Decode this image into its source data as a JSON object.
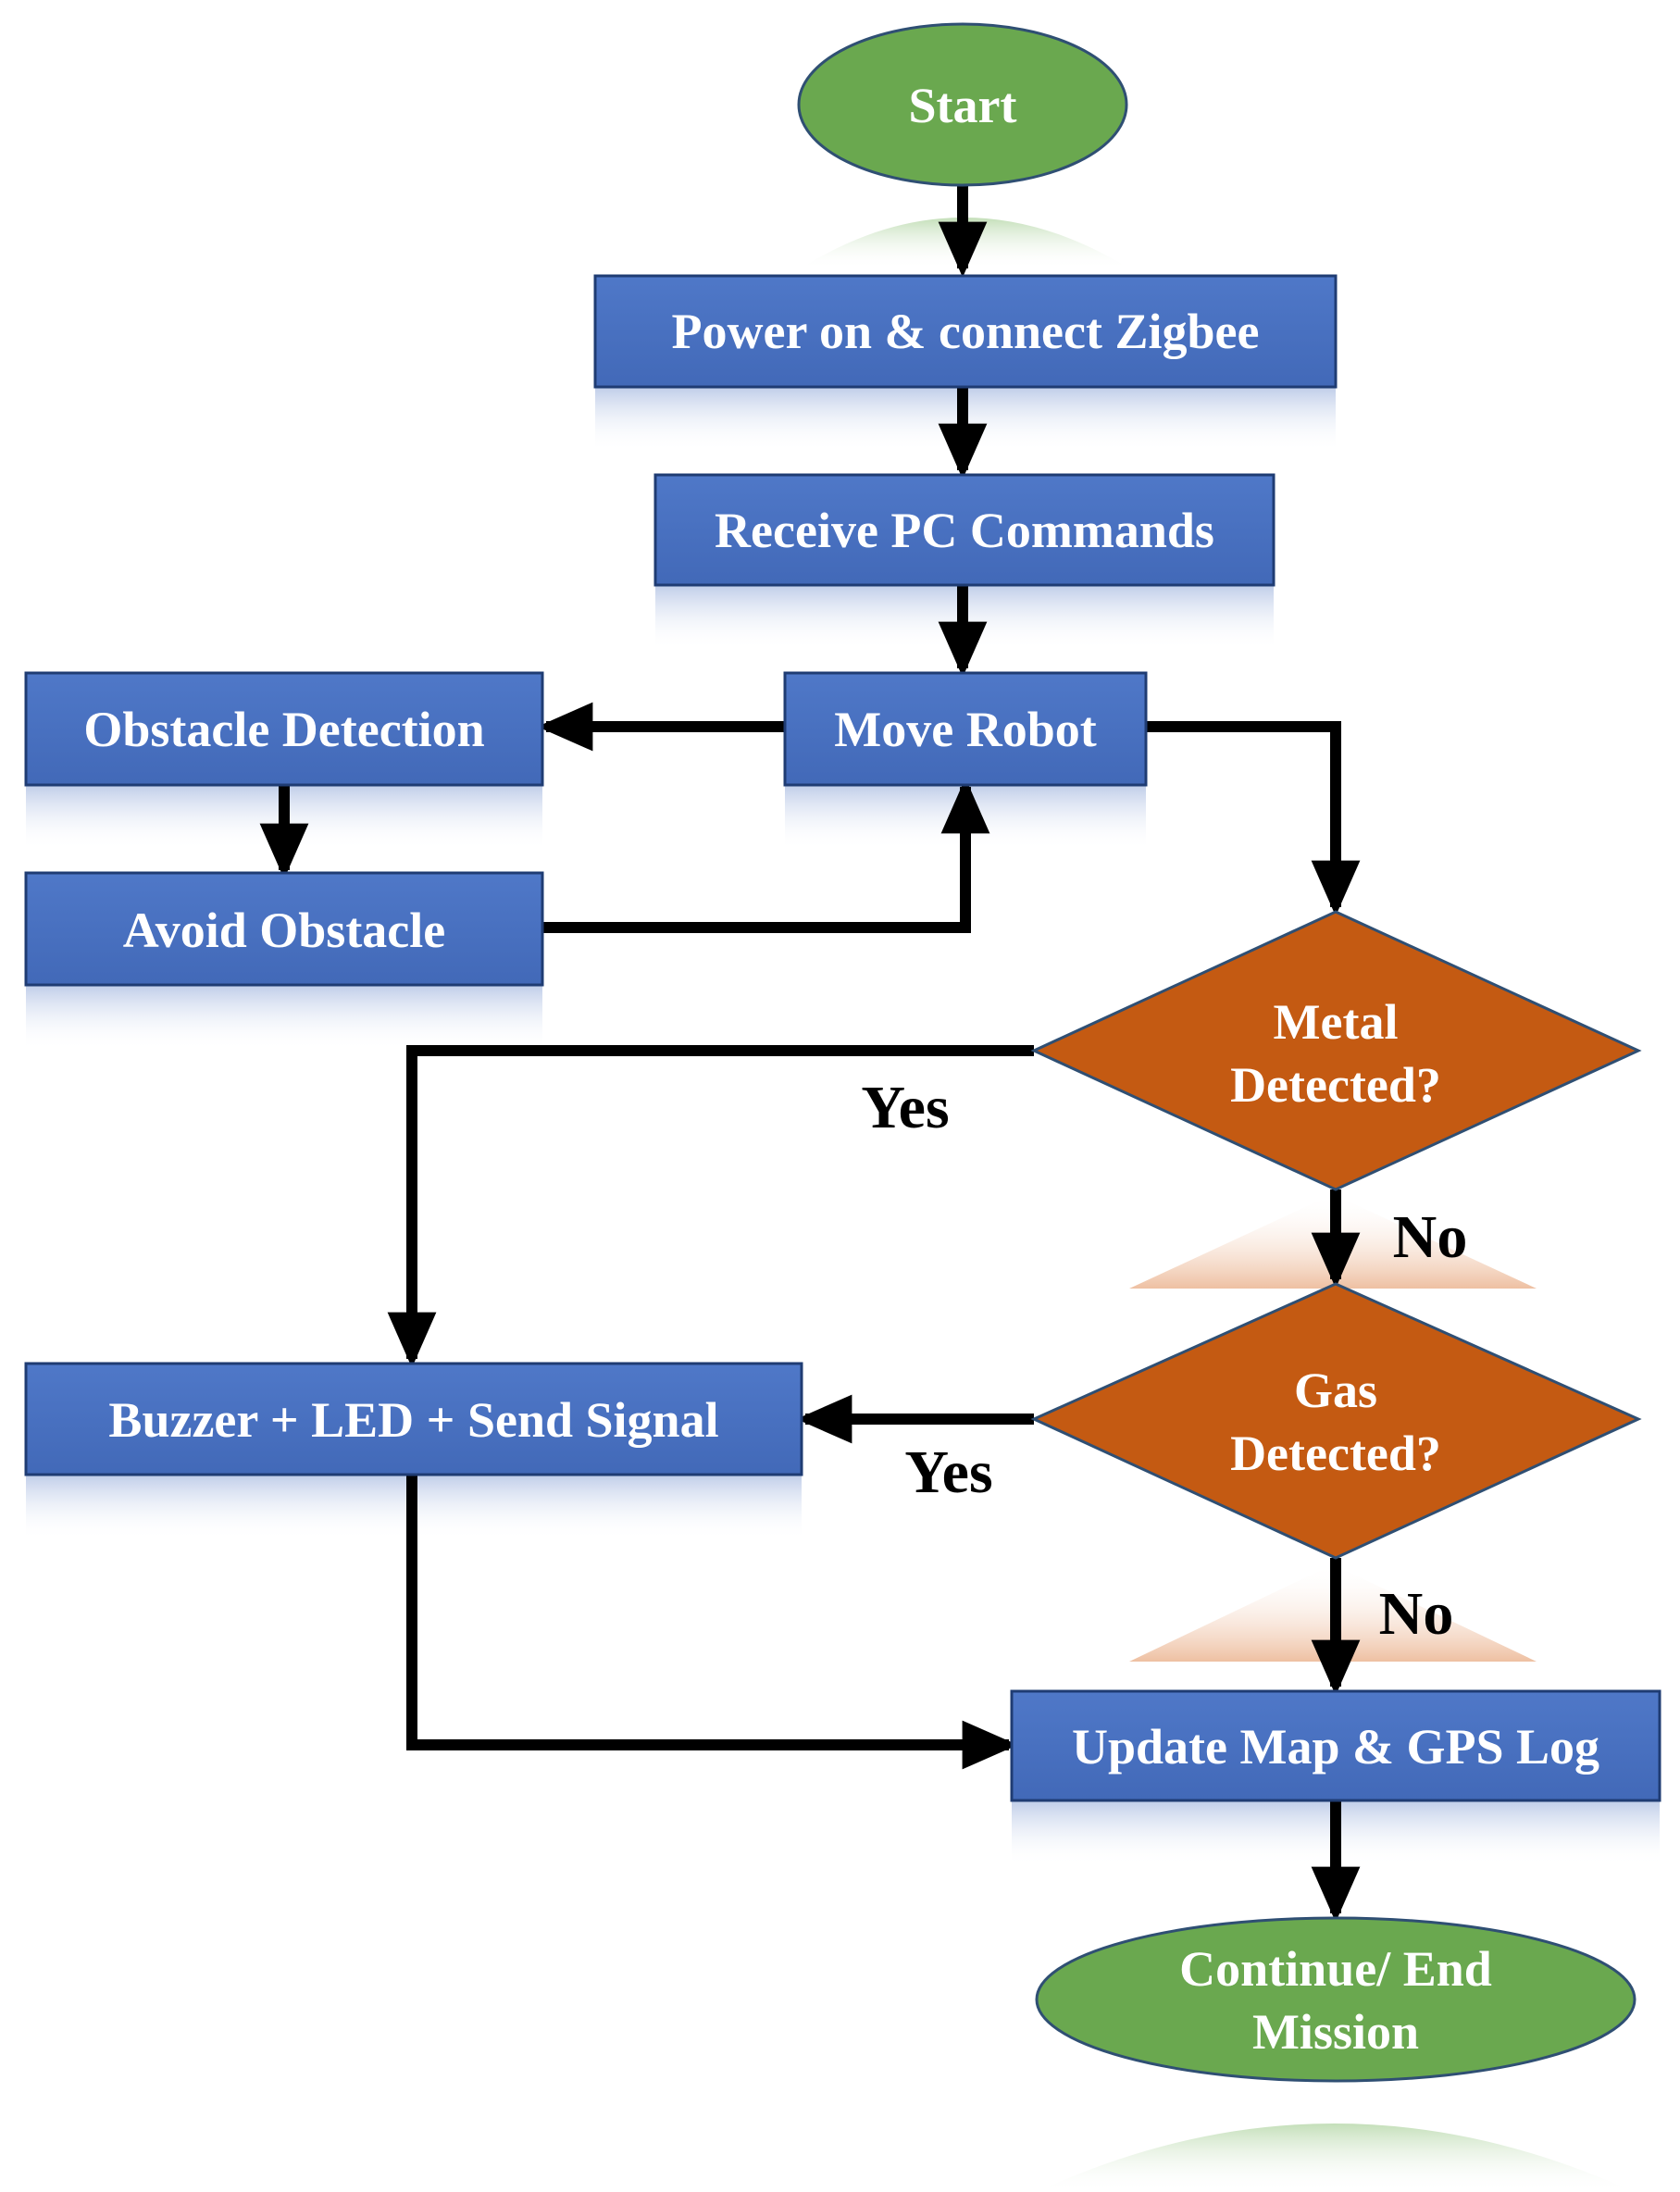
{
  "nodes": {
    "start": {
      "label": "Start"
    },
    "power_on": {
      "label": "Power on & connect Zigbee"
    },
    "receive_commands": {
      "label": "Receive PC Commands"
    },
    "move_robot": {
      "label": "Move Robot"
    },
    "obstacle_detection": {
      "label": "Obstacle Detection"
    },
    "avoid_obstacle": {
      "label": "Avoid Obstacle"
    },
    "metal_detected": {
      "line1": "Metal",
      "line2": "Detected?"
    },
    "gas_detected": {
      "line1": "Gas",
      "line2": "Detected?"
    },
    "alert": {
      "label": "Buzzer + LED + Send Signal"
    },
    "update_map": {
      "label": "Update Map & GPS Log"
    },
    "end": {
      "line1": "Continue/ End",
      "line2": "Mission"
    }
  },
  "edge_labels": {
    "metal_yes": "Yes",
    "metal_no": "No",
    "gas_yes": "Yes",
    "gas_no": "No"
  },
  "colors": {
    "box_fill": "#4a72c4",
    "terminal_fill": "#6aa84f",
    "decision_fill": "#c45a12",
    "arrow": "#000000"
  }
}
